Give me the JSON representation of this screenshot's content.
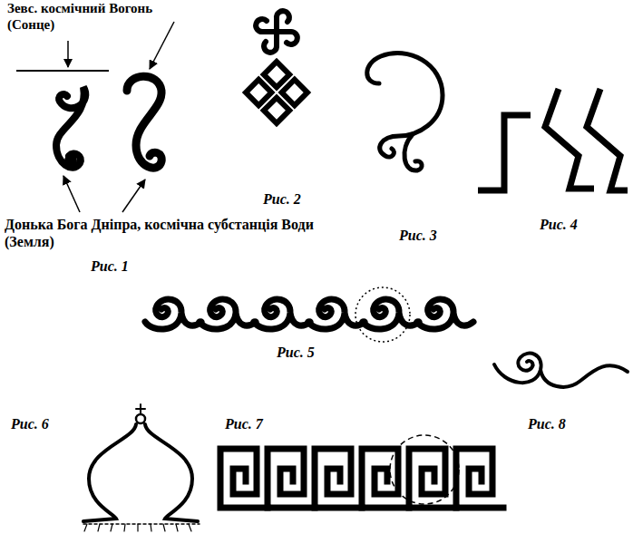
{
  "diagram": {
    "labels": [
      "Зевс. космічний Вогонь (Сонце)",
      "Рис. 2",
      "Рис. 3",
      "Рис. 4",
      "Донька Бога Дніпра, космічна субстанція Води (Земля)",
      "Рис. 1",
      "Рис. 5",
      "Рис. 6",
      "Рис. 7",
      "Рис. 8"
    ]
  }
}
